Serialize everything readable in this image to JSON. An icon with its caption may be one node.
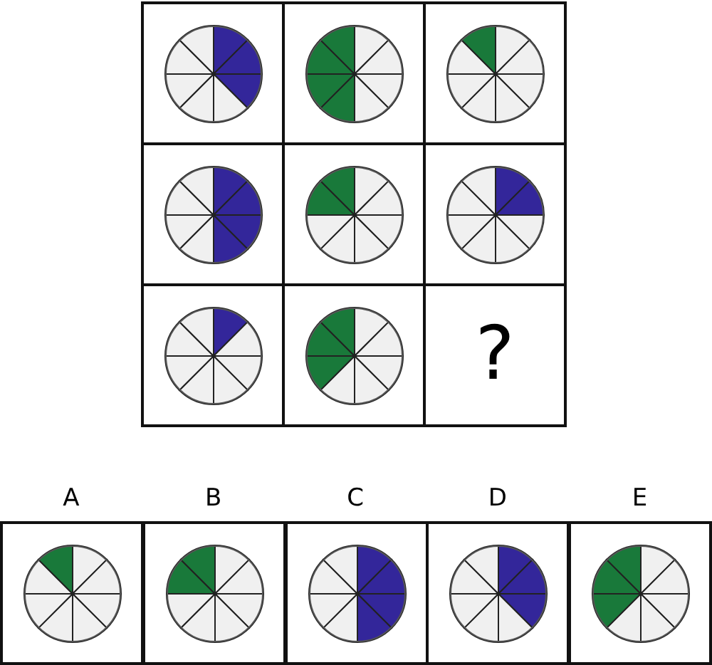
{
  "diagram": {
    "labels": [
      "?",
      "A",
      "B",
      "C",
      "D",
      "E"
    ]
  }
}
